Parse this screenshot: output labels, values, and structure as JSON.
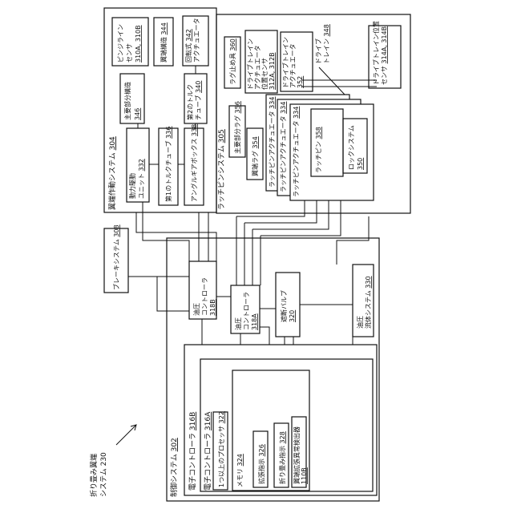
{
  "labels": {
    "folding_system": "折り畳み翼端",
    "folding_system_2": "システム",
    "folding_system_ref": "230",
    "control_system": "制御システム",
    "control_system_ref": "302",
    "ecu_b": "電子コントローラ",
    "ecu_b_ref": "316B",
    "ecu_a": "電子コントローラ",
    "ecu_a_ref": "316A",
    "processor": "1つ以上のプロセッサ",
    "processor_ref": "322",
    "memory": "メモリ",
    "memory_ref": "324",
    "extend_cmd": "拡張指示",
    "extend_cmd_ref": "326",
    "fold_cmd": "折り畳み指示",
    "fold_cmd_ref": "328",
    "anomaly": "翼端拡張異常検出器",
    "anomaly_ref": "110B",
    "hyd_ctrl_b": "油圧",
    "hyd_ctrl_b_2": "コントローラ",
    "hyd_ctrl_b_ref": "318B",
    "hyd_ctrl_a": "油圧",
    "hyd_ctrl_a_2": "コントローラ",
    "hyd_ctrl_a_ref": "318A",
    "shutoff": "遮断バルブ",
    "shutoff_ref": "320",
    "hyd_fluid": "油圧",
    "hyd_fluid_2": "流体システム",
    "hyd_fluid_ref": "330",
    "brake": "ブレーキシステム",
    "brake_ref": "308",
    "wingtip_actuation": "翼端作動システム",
    "wingtip_actuation_ref": "304",
    "pdu": "動力駆動",
    "pdu_2": "ユニット",
    "pdu_ref": "332",
    "main_tb": "主要部分構造",
    "main_tb_ref": "346",
    "torque_tube_1": "第1のトルクチューブ",
    "torque_tube_1_ref": "336",
    "angle_gear": "アングルギアボックス",
    "angle_gear_ref": "338",
    "torque_tube_2": "第2のトルク",
    "torque_tube_2_2": "チューブ",
    "torque_tube_2_ref": "340",
    "skew_sensor": "ピンジライン",
    "skew_sensor_2": "センサ",
    "skew_sensor_ref": "310A, 310B",
    "wingtip_struct": "翼端構造",
    "wingtip_struct_ref": "344",
    "rotary_act": "回転式",
    "rotary_act_2": "アクチュエータ",
    "rotary_act_ref": "342",
    "latch_pin_system": "ラッチピンシステム",
    "latch_pin_system_ref": "305",
    "main_lug": "主要部分ラグ",
    "main_lug_ref": "356",
    "wing_lug": "翼端ラグ",
    "wing_lug_ref": "354",
    "lug_stop": "ラグ止め具",
    "lug_stop_ref": "360",
    "dt_act_sensor": "ドライブトレイン",
    "dt_act_sensor_2": "アクチュエータ",
    "dt_act_sensor_3": "位置センサ",
    "dt_act_sensor_ref": "312A, 312B",
    "dt_actuator": "ドライブトレイン",
    "dt_actuator_2": "アクチュエータ",
    "dt_actuator_ref": "352",
    "drivetrain": "ドライブ",
    "drivetrain_2": "トレイン",
    "drivetrain_ref": "348",
    "dt_pos_sensor": "ドライブトレイン位置",
    "dt_pos_sensor_2": "センサ",
    "dt_pos_sensor_ref": "314A, 314B",
    "latch_act_1": "ラッチピンアクチュエータ",
    "latch_act_1_ref": "334",
    "latch_act_2": "ラッチピンアクチュエータ",
    "latch_act_2_ref": "334",
    "latch_act_3": "ラッチピンアクチュエータ",
    "latch_act_3_ref": "334",
    "latch_pin": "ラッチピン",
    "latch_pin_ref": "358",
    "lock_system": "ロックシステム",
    "lock_system_ref": "350"
  }
}
